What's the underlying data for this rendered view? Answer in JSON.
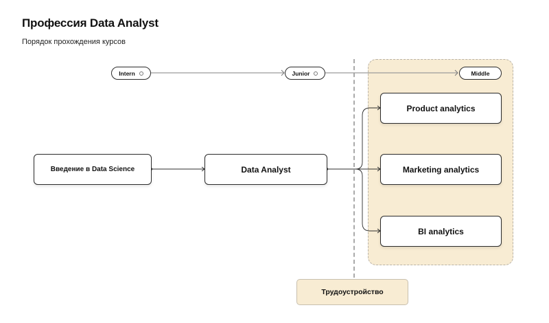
{
  "header": {
    "title": "Профессия Data Analyst",
    "subtitle": "Порядок прохождения курсов"
  },
  "levels": [
    {
      "label": "Intern"
    },
    {
      "label": "Junior"
    },
    {
      "label": "Middle"
    }
  ],
  "courses": {
    "intro": "Введение в Data Science",
    "main": "Data Analyst",
    "tracks": [
      {
        "label": "Product analytics"
      },
      {
        "label": "Marketing analytics"
      },
      {
        "label": "BI analytics"
      }
    ]
  },
  "employment": {
    "label": "Трудоустройство"
  },
  "colors": {
    "zone_fill": "#f8ecd3",
    "line": "#2b2b2b",
    "level_line": "#9a9a9a",
    "divider": "#a9a9a9"
  }
}
